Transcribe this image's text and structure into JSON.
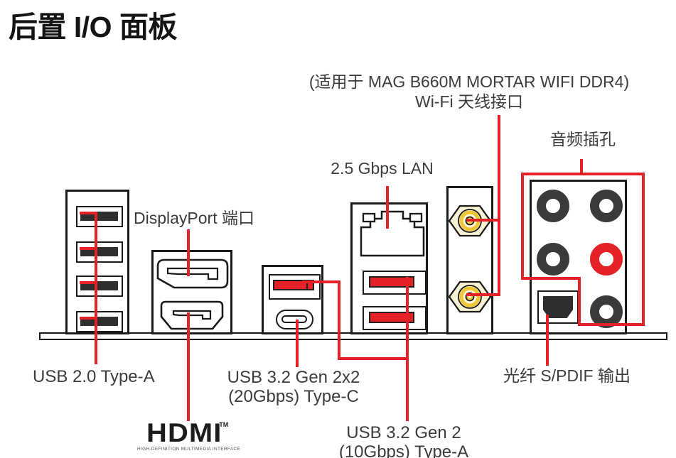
{
  "title": "后置 I/O 面板",
  "colors": {
    "callout_red": "#e32127",
    "outline_black": "#1a1a1a",
    "label_gray": "#3c3c3c",
    "port_dark": "#2f2f2f",
    "antenna_gold": "#eec636",
    "antenna_cream": "#f8f2d4",
    "audio_jack_red": "#e32127"
  },
  "callouts": {
    "wifi_note": "(适用于 MAG B660M MORTAR WIFI DDR4)",
    "wifi_antenna": "Wi-Fi 天线接口",
    "lan": "2.5 Gbps LAN",
    "audio": "音频插孔",
    "displayport": "DisplayPort 端口",
    "usb2": "USB 2.0 Type-A",
    "usb_typec_line1": "USB 3.2 Gen 2x2",
    "usb_typec_line2": "(20Gbps) Type-C",
    "usb32_line1": "USB 3.2 Gen 2",
    "usb32_line2": "(10Gbps) Type-A",
    "spdif": "光纤 S/PDIF 输出"
  },
  "hdmi_logo": {
    "wordmark": "HDMI",
    "tm": "TM",
    "tagline": "HIGH-DEFINITION MULTIMEDIA INTERFACE"
  },
  "icons": {
    "usb2_port": "usb-type-a-port",
    "usb32_red_port": "usb-type-a-red-port",
    "usb_typec_port": "usb-type-c-port",
    "displayport_port": "displayport-port",
    "hdmi_port": "hdmi-port",
    "lan_port": "rj45-lan-port",
    "antenna_connector": "sma-antenna-connector",
    "audio_jack": "audio-jack",
    "spdif_port": "optical-spdif-port"
  }
}
